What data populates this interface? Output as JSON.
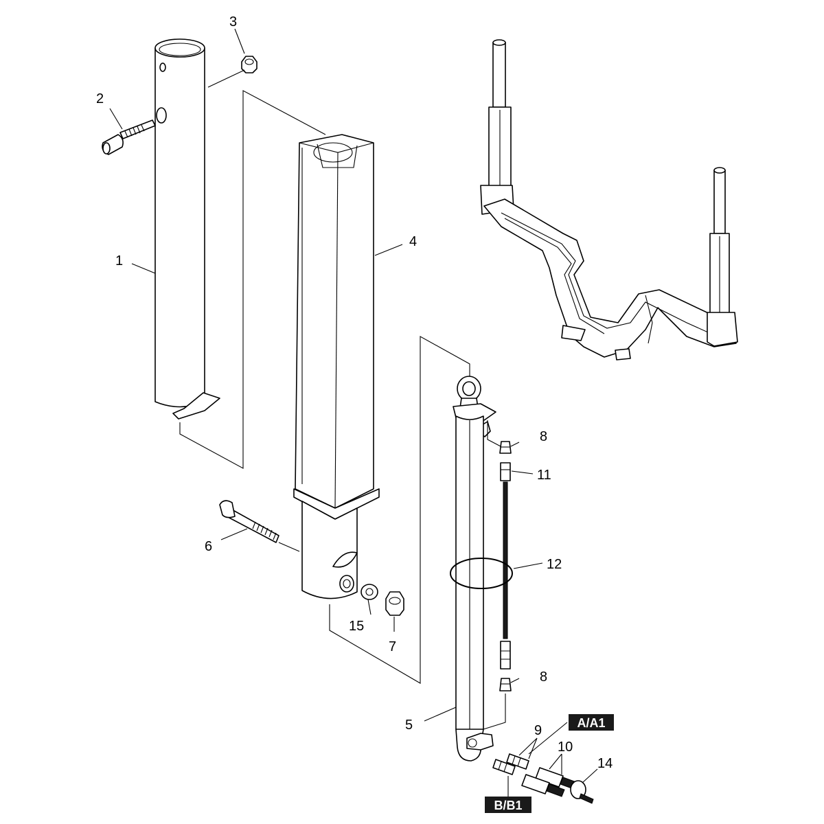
{
  "callouts": {
    "c1": "1",
    "c2": "2",
    "c3": "3",
    "c4": "4",
    "c5": "5",
    "c6": "6",
    "c7": "7",
    "c8a": "8",
    "c8b": "8",
    "c9": "9",
    "c10": "10",
    "c11": "11",
    "c12": "12",
    "c14": "14",
    "c15": "15"
  },
  "port_labels": {
    "a": "A/A1",
    "b": "B/B1"
  },
  "colors": {
    "line": "#000000",
    "badge": "#1a1a1a",
    "background": "#ffffff"
  }
}
